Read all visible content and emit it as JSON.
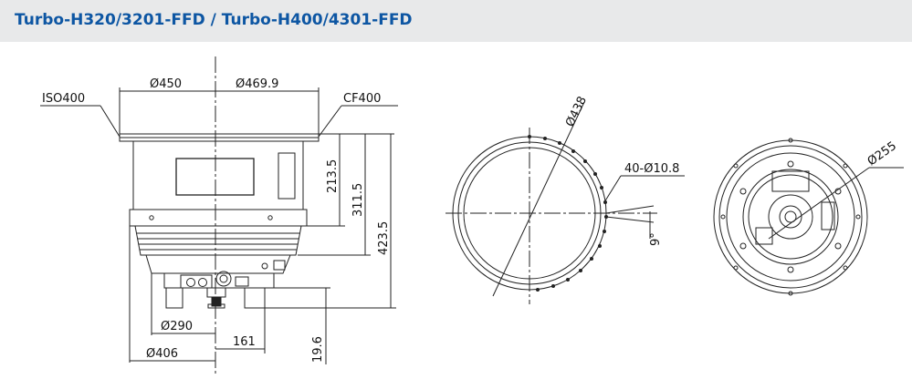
{
  "header": {
    "title": "Turbo-H320/3201-FFD / Turbo-H400/4301-FFD",
    "title_color": "#0d56a3",
    "background": "#e8e9ea"
  },
  "dimensions": {
    "iso_flange": "ISO400",
    "cf_flange": "CF400",
    "dia_450": "Ø450",
    "dia_469_9": "Ø469.9",
    "height_213_5": "213.5",
    "height_311_5": "311.5",
    "height_423_5": "423.5",
    "dia_290": "Ø290",
    "dia_406": "Ø406",
    "len_161": "161",
    "len_19_6": "19.6",
    "dia_438": "Ø438",
    "holes": "40-Ø10.8",
    "spacing_9": "9°",
    "dia_255": "Ø255"
  }
}
